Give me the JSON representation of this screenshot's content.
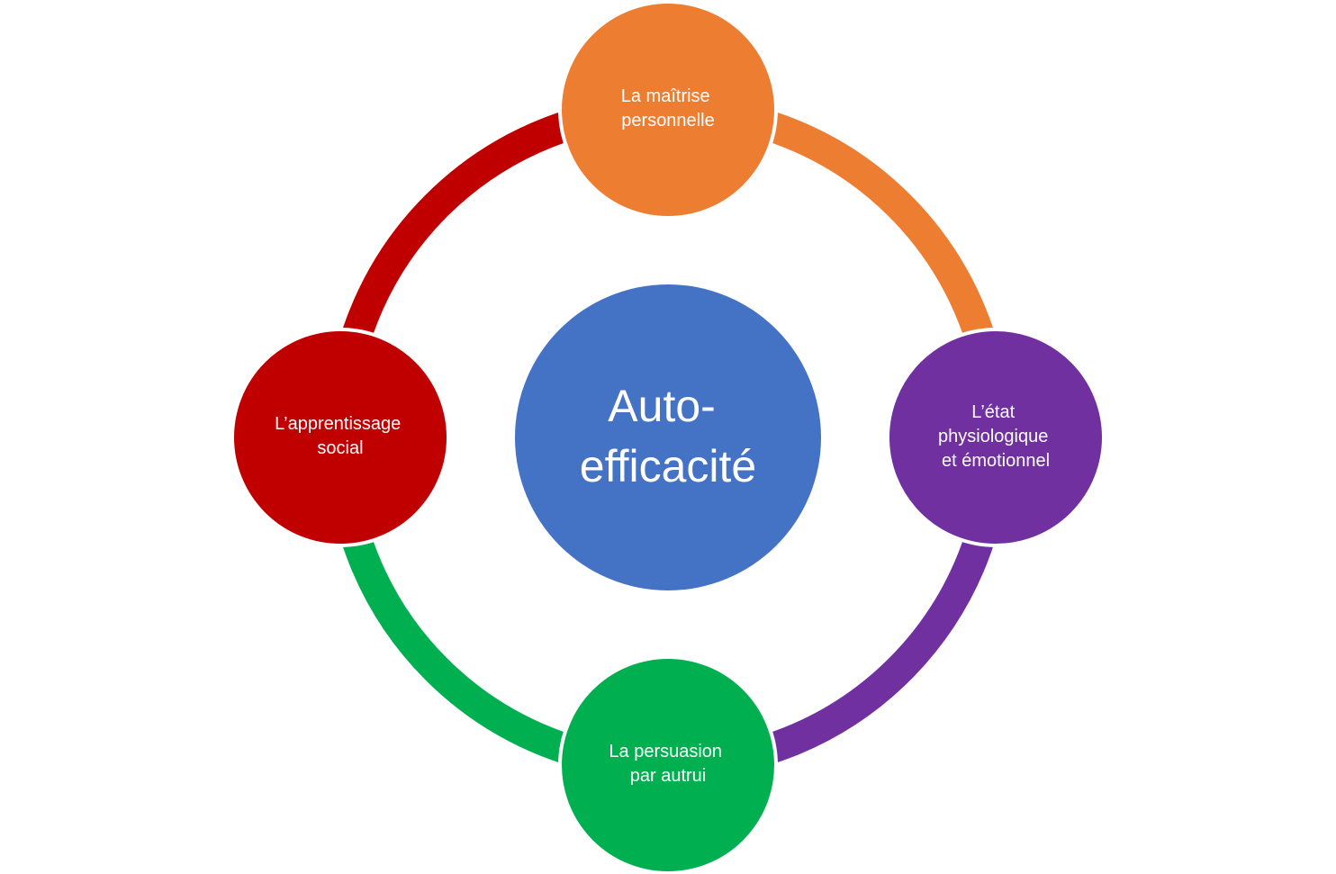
{
  "center": {
    "label_lines": [
      "Auto-",
      "efficacité"
    ],
    "color": "#4472C4"
  },
  "nodes": {
    "top": {
      "label_lines": [
        "La maîtrise",
        "personnelle"
      ],
      "color": "#ED7D31"
    },
    "right": {
      "label_lines": [
        "L’état",
        "physiologique",
        "et émotionnel"
      ],
      "color": "#7030A0"
    },
    "bottom": {
      "label_lines": [
        "La persuasion",
        "par autrui"
      ],
      "color": "#00B050"
    },
    "left": {
      "label_lines": [
        "L’apprentissage",
        "social"
      ],
      "color": "#C00000"
    }
  },
  "arcs": {
    "top_right": {
      "color": "#ED7D31"
    },
    "right_bottom": {
      "color": "#7030A0"
    },
    "bottom_left": {
      "color": "#00B050"
    },
    "left_top": {
      "color": "#C00000"
    }
  }
}
